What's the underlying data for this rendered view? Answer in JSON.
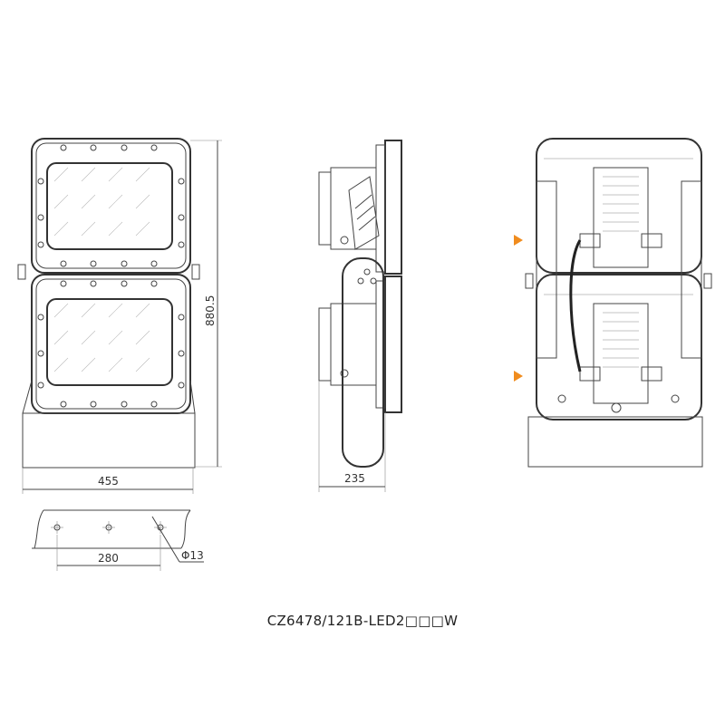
{
  "drawing": {
    "front_view": {
      "width_label": "455",
      "height_label": "880.5"
    },
    "side_view": {
      "depth_label": "235"
    },
    "mounting_detail": {
      "hole_spacing_label": "280",
      "hole_diameter_label": "Φ13"
    },
    "model_number": "CZ6478/121B-LED2□□□W",
    "marker_color": "#f08c1e",
    "line_color": "#444444"
  }
}
